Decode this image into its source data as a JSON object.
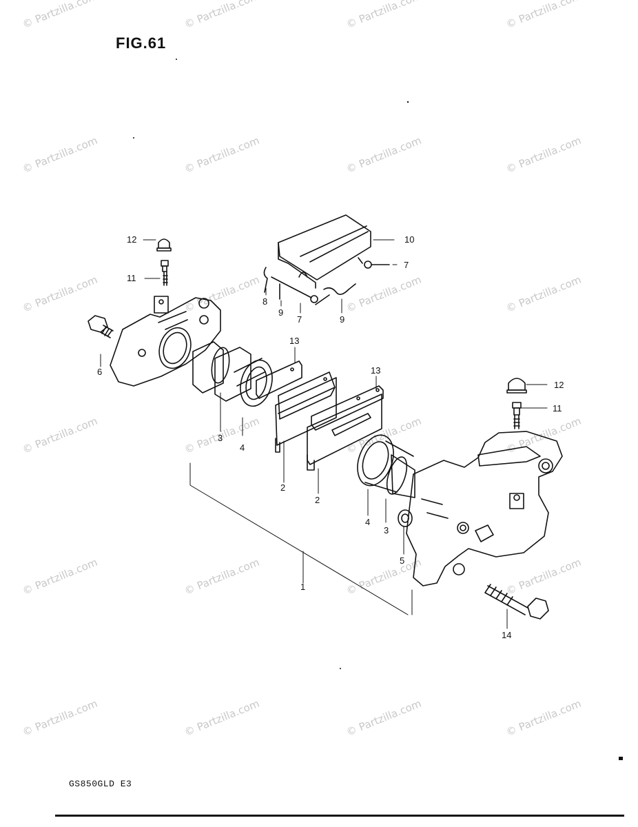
{
  "figure_title": "FIG.61",
  "model_code": "GS850GLD E3",
  "watermark_text": "© Partzilla.com",
  "callouts": [
    {
      "id": "c12a",
      "label": "12"
    },
    {
      "id": "c11a",
      "label": "11"
    },
    {
      "id": "c6",
      "label": "6"
    },
    {
      "id": "c10",
      "label": "10"
    },
    {
      "id": "c7a",
      "label": "7"
    },
    {
      "id": "c8",
      "label": "8"
    },
    {
      "id": "c9a",
      "label": "9"
    },
    {
      "id": "c7b",
      "label": "7"
    },
    {
      "id": "c9b",
      "label": "9"
    },
    {
      "id": "c13a",
      "label": "13"
    },
    {
      "id": "c13b",
      "label": "13"
    },
    {
      "id": "c3a",
      "label": "3"
    },
    {
      "id": "c4a",
      "label": "4"
    },
    {
      "id": "c2a",
      "label": "2"
    },
    {
      "id": "c2b",
      "label": "2"
    },
    {
      "id": "c4b",
      "label": "4"
    },
    {
      "id": "c3b",
      "label": "3"
    },
    {
      "id": "c5",
      "label": "5"
    },
    {
      "id": "c1",
      "label": "1"
    },
    {
      "id": "c12b",
      "label": "12"
    },
    {
      "id": "c11b",
      "label": "11"
    },
    {
      "id": "c14",
      "label": "14"
    }
  ],
  "colors": {
    "ink": "#111111",
    "watermark": "#c8c8c8",
    "paper": "#ffffff"
  }
}
